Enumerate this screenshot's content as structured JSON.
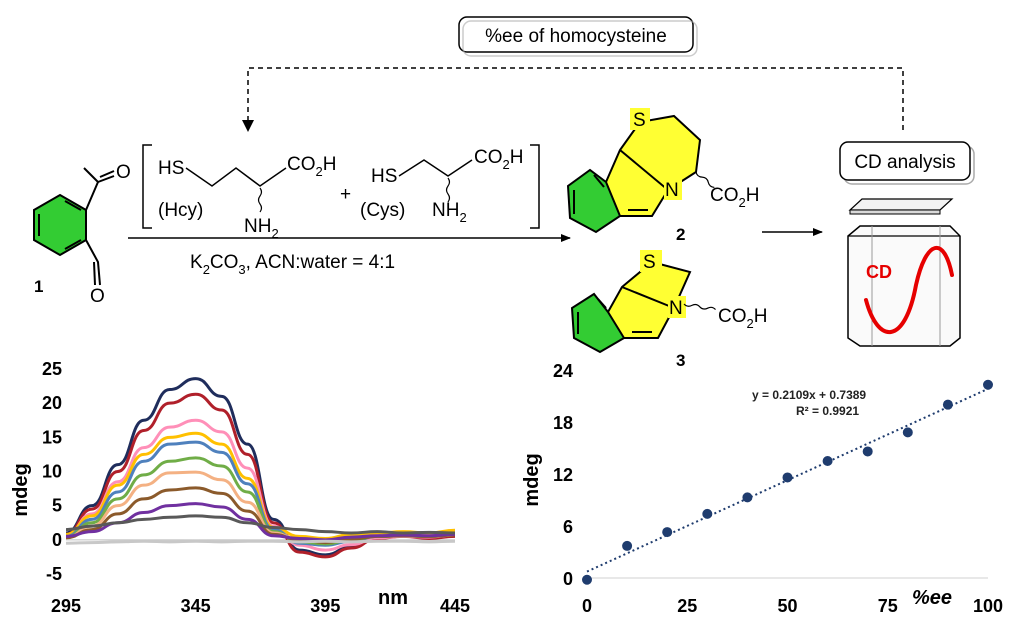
{
  "top_box": {
    "label": "%ee of homocysteine"
  },
  "cd_box": {
    "label": "CD analysis"
  },
  "cd_label": "CD",
  "reagents": {
    "hcy_hs": "HS",
    "hcy_acid": "CO",
    "hcy_acid_sub": "2",
    "hcy_acid_tail": "H",
    "hcy_name": "(Hcy)",
    "hcy_amine": "NH",
    "hcy_amine_sub": "2",
    "plus": "+",
    "cys_hs": "HS",
    "cys_acid": "CO",
    "cys_acid_sub": "2",
    "cys_acid_tail": "H",
    "cys_name": "(Cys)",
    "cys_amine": "NH",
    "cys_amine_sub": "2"
  },
  "conditions": {
    "base": "K",
    "base_sub1": "2",
    "base_mid": "CO",
    "base_sub2": "3",
    "rest": ", ACN:water = 4:1"
  },
  "compounds": {
    "c1": {
      "number": "1",
      "o_top": "O",
      "o_bottom": "O"
    },
    "c2": {
      "number": "2",
      "s": "S",
      "n": "N",
      "acid": "CO",
      "acid_sub": "2",
      "acid_tail": "H"
    },
    "c3": {
      "number": "3",
      "s": "S",
      "n": "N",
      "acid": "CO",
      "acid_sub": "2",
      "acid_tail": "H"
    }
  },
  "colors": {
    "benzene": "#33cc33",
    "thio_ring": "#ffff33",
    "cd_curve": "#e60000"
  },
  "chart_data": [
    {
      "type": "line",
      "xlabel": "nm",
      "ylabel": "mdeg",
      "x_ticks": [
        "295",
        "345",
        "395",
        "445"
      ],
      "y_ticks": [
        "-5",
        "0",
        "5",
        "10",
        "15",
        "20",
        "25"
      ],
      "xlim": [
        295,
        445
      ],
      "ylim": [
        -5,
        25
      ],
      "x": [
        295,
        305,
        315,
        325,
        335,
        345,
        355,
        365,
        375,
        385,
        395,
        405,
        415,
        425,
        435,
        445
      ],
      "series": [
        {
          "color": "#1f2d5c",
          "values": [
            1.0,
            5.0,
            11.0,
            17.5,
            22.0,
            23.6,
            21.0,
            14.0,
            3.0,
            -1.5,
            -2.2,
            -1.0,
            0.6,
            0.8,
            0.3,
            0.6
          ]
        },
        {
          "color": "#b0202a",
          "values": [
            0.8,
            4.5,
            10.0,
            16.0,
            20.0,
            21.3,
            19.0,
            12.5,
            2.5,
            -1.8,
            -2.5,
            -1.2,
            0.2,
            0.5,
            0.2,
            0.5
          ]
        },
        {
          "color": "#ff8fb8",
          "values": [
            0.6,
            3.8,
            8.5,
            13.5,
            16.5,
            17.5,
            15.8,
            10.5,
            2.0,
            -0.8,
            -1.5,
            -0.7,
            0.3,
            0.5,
            0.4,
            0.7
          ]
        },
        {
          "color": "#ffc000",
          "values": [
            0.8,
            3.5,
            8.0,
            12.5,
            15.0,
            15.6,
            14.0,
            9.0,
            1.8,
            0.5,
            0.2,
            0.8,
            1.0,
            1.2,
            1.0,
            1.4
          ]
        },
        {
          "color": "#4f81bd",
          "values": [
            0.5,
            3.0,
            7.0,
            11.5,
            14.0,
            14.3,
            12.8,
            8.2,
            1.5,
            -0.5,
            -0.8,
            -0.2,
            0.5,
            0.6,
            0.5,
            0.8
          ]
        },
        {
          "color": "#70ad47",
          "values": [
            0.4,
            2.5,
            6.0,
            9.5,
            11.5,
            12.0,
            10.8,
            7.0,
            1.2,
            -0.3,
            -0.6,
            0.0,
            0.5,
            0.6,
            0.5,
            0.7
          ]
        },
        {
          "color": "#f4b183",
          "values": [
            0.3,
            2.0,
            5.0,
            8.0,
            9.8,
            9.9,
            8.8,
            5.5,
            1.0,
            0.0,
            -0.3,
            0.2,
            0.6,
            0.7,
            0.6,
            0.8
          ]
        },
        {
          "color": "#8b5a2b",
          "values": [
            0.3,
            1.5,
            3.8,
            6.0,
            7.3,
            7.6,
            6.8,
            4.2,
            0.8,
            0.0,
            -0.4,
            0.1,
            0.5,
            0.6,
            0.5,
            0.7
          ]
        },
        {
          "color": "#7030a0",
          "values": [
            0.5,
            1.2,
            2.5,
            4.0,
            5.0,
            5.3,
            4.8,
            3.0,
            0.6,
            0.2,
            0.0,
            0.4,
            0.6,
            0.7,
            0.6,
            0.8
          ]
        },
        {
          "color": "#595959",
          "values": [
            1.5,
            2.0,
            2.5,
            3.0,
            3.3,
            3.5,
            3.3,
            2.5,
            1.8,
            1.5,
            1.2,
            1.0,
            1.2,
            1.0,
            1.1,
            1.0
          ]
        },
        {
          "color": "#c8c8c8",
          "values": [
            -0.5,
            -0.4,
            -0.3,
            -0.2,
            -0.3,
            -0.2,
            -0.3,
            -0.2,
            -0.2,
            -0.3,
            -0.2,
            -0.3,
            -0.2,
            -0.2,
            -0.3,
            -0.2
          ]
        }
      ]
    },
    {
      "type": "scatter",
      "xlabel": "%ee",
      "ylabel": "mdeg",
      "x_ticks": [
        "0",
        "25",
        "50",
        "75",
        "100"
      ],
      "y_ticks": [
        "0",
        "6",
        "12",
        "18",
        "24"
      ],
      "xlim": [
        0,
        100
      ],
      "ylim": [
        0,
        24
      ],
      "x": [
        0,
        10,
        20,
        30,
        40,
        50,
        60,
        70,
        80,
        90,
        100
      ],
      "values": [
        -0.2,
        3.7,
        5.3,
        7.4,
        9.3,
        11.6,
        13.5,
        14.6,
        16.8,
        20.0,
        22.3
      ],
      "trendline": {
        "slope": 0.2109,
        "intercept": 0.7389
      },
      "equation": "y = 0.2109x + 0.7389",
      "r2": "R² = 0.9921",
      "marker_color": "#1f3c6e"
    }
  ]
}
